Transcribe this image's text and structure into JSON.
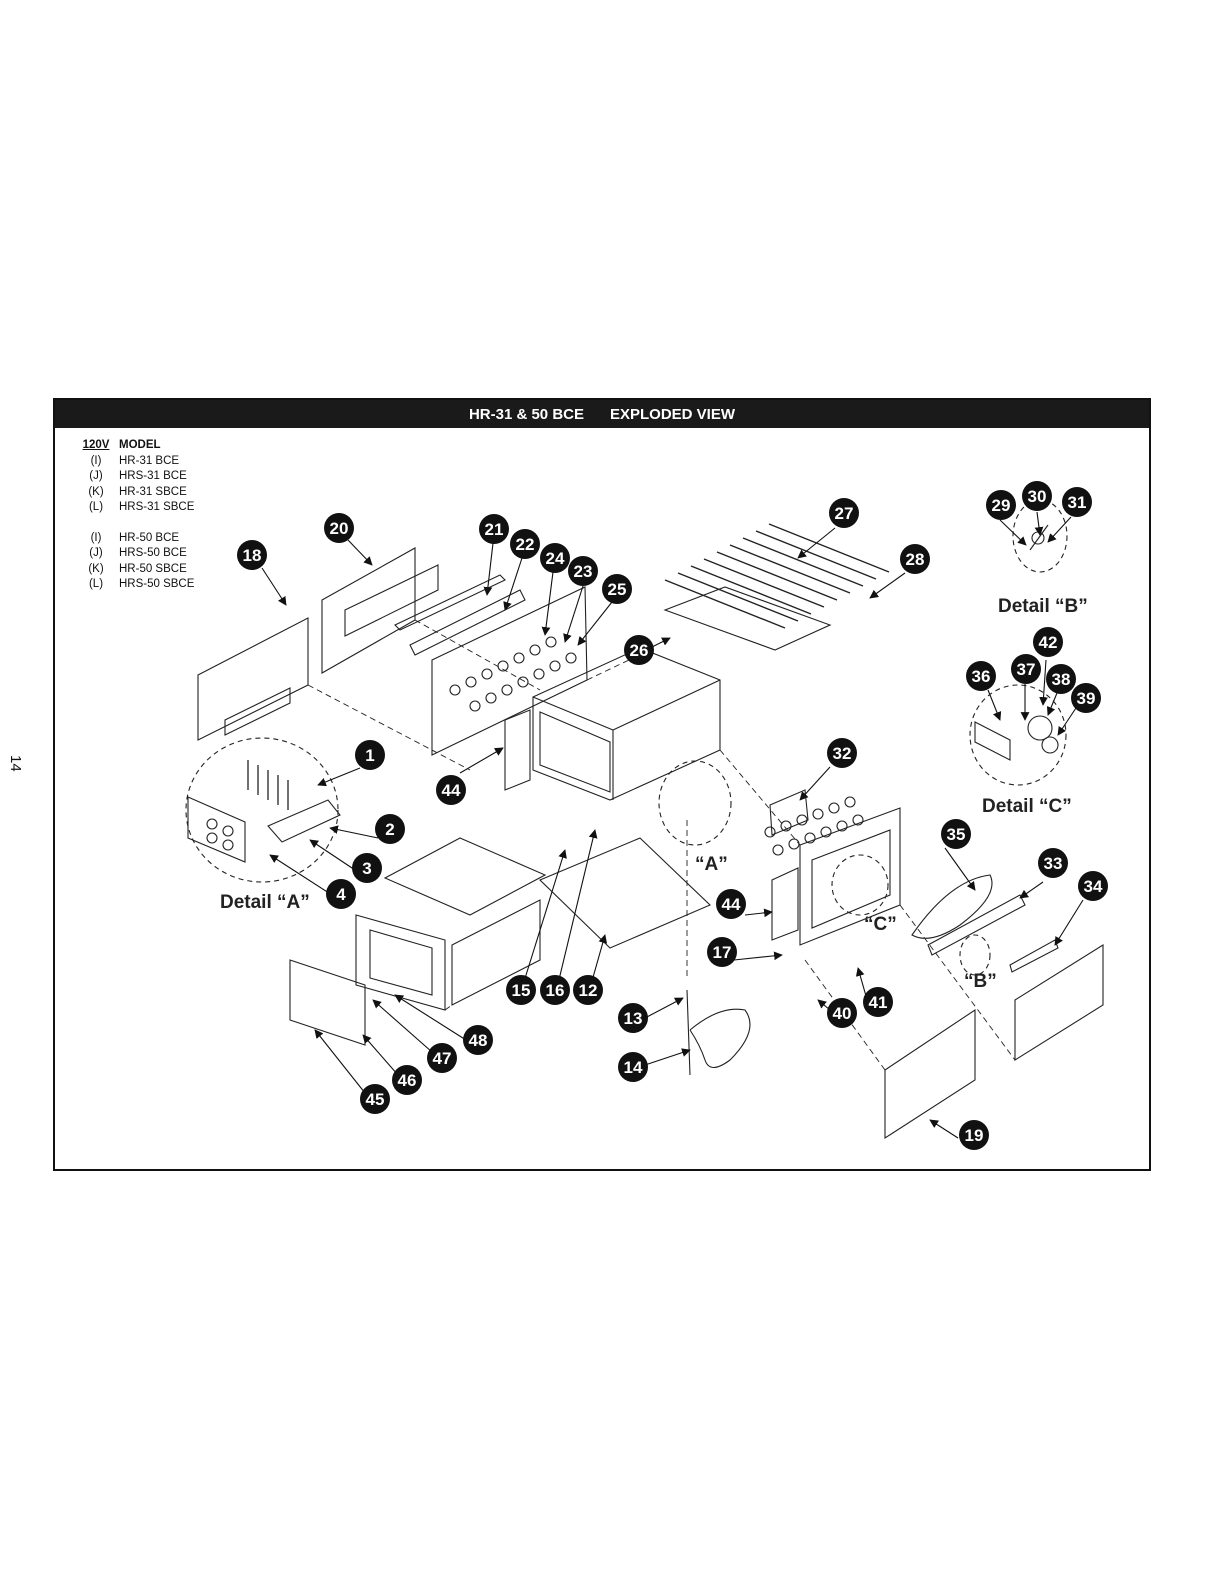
{
  "page": {
    "page_number": "14",
    "title_left": "HR-31 & 50 BCE",
    "title_right": "EXPLODED VIEW"
  },
  "models": {
    "header_voltage": "120V",
    "header_model": "MODEL",
    "rows": [
      {
        "code": "(I)",
        "model": "HR-31 BCE"
      },
      {
        "code": "(J)",
        "model": "HRS-31 BCE"
      },
      {
        "code": "(K)",
        "model": "HR-31 SBCE"
      },
      {
        "code": "(L)",
        "model": "HRS-31 SBCE"
      },
      {
        "code": "(I)",
        "model": "HR-50 BCE"
      },
      {
        "code": "(J)",
        "model": "HRS-50 BCE"
      },
      {
        "code": "(K)",
        "model": "HR-50 SBCE"
      },
      {
        "code": "(L)",
        "model": "HRS-50 SBCE"
      }
    ]
  },
  "detail_labels": {
    "a": "Detail “A”",
    "b": "Detail “B”",
    "c": "Detail “C”",
    "ref_a": "“A”",
    "ref_b": "“B”",
    "ref_c": "“C”"
  },
  "callouts": [
    "1",
    "2",
    "3",
    "4",
    "12",
    "13",
    "14",
    "15",
    "16",
    "17",
    "18",
    "19",
    "20",
    "21",
    "22",
    "23",
    "24",
    "25",
    "26",
    "27",
    "28",
    "29",
    "30",
    "31",
    "32",
    "33",
    "34",
    "35",
    "36",
    "37",
    "38",
    "39",
    "40",
    "41",
    "42",
    "44",
    "44",
    "45",
    "46",
    "47",
    "48"
  ]
}
